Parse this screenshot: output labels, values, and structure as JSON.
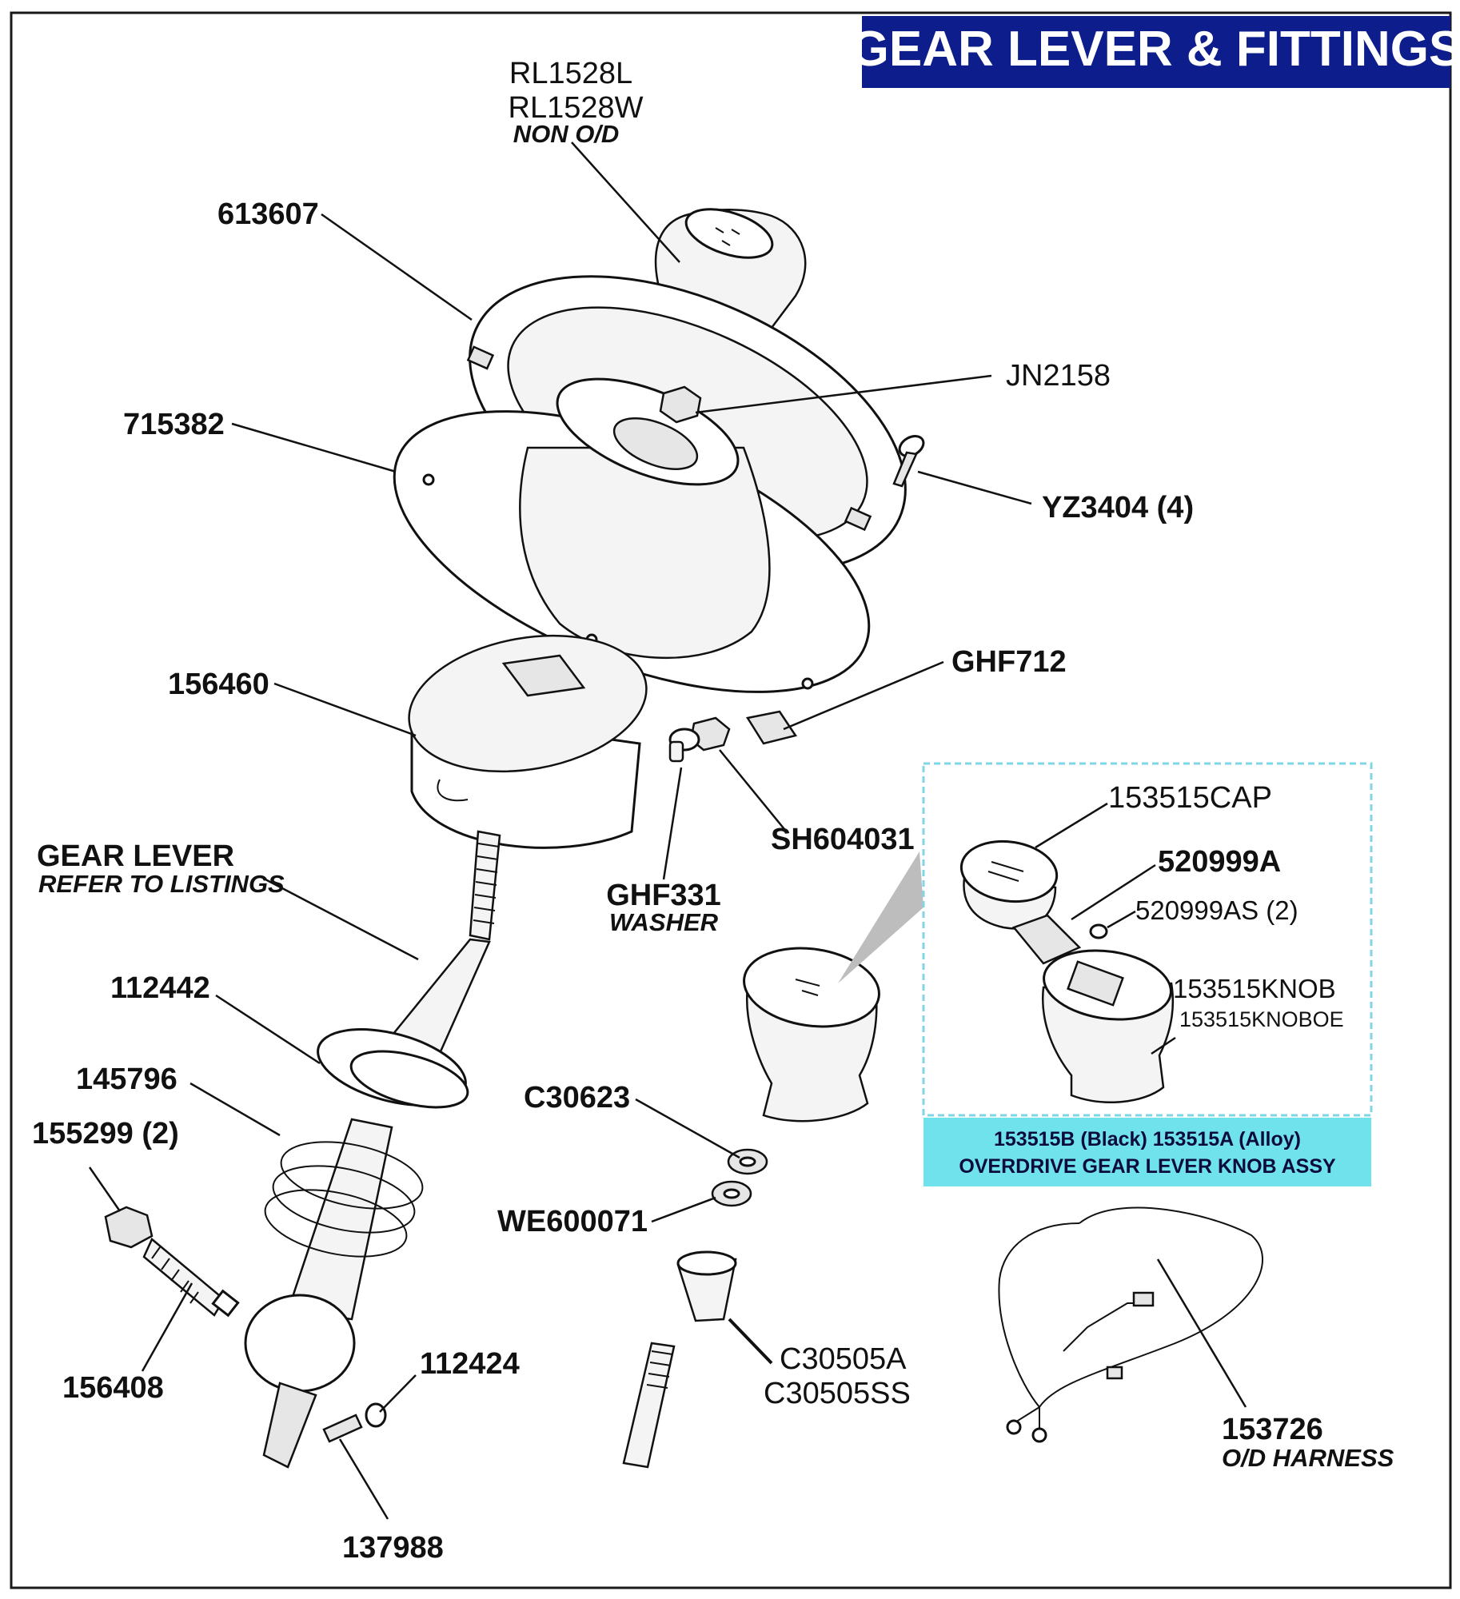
{
  "title": "GEAR LEVER & FITTINGS",
  "colors": {
    "title_bg": "#0d1e8c",
    "title_fg": "#ffffff",
    "inset_band": "#70e2ec",
    "inset_border": "#7fd6e4"
  },
  "parts": {
    "rl1528l": "RL1528L",
    "rl1528w": "RL1528W",
    "rl1528_note": "NON O/D",
    "p613607": "613607",
    "jn2158": "JN2158",
    "p715382": "715382",
    "yz3404": "YZ3404 (4)",
    "ghf712": "GHF712",
    "p156460": "156460",
    "sh604031": "SH604031",
    "ghf331": "GHF331",
    "ghf331_note": "WASHER",
    "gear_lever": "GEAR LEVER",
    "gear_lever_note": "REFER TO LISTINGS",
    "p112442": "112442",
    "p145796": "145796",
    "p155299": "155299 (2)",
    "p156408": "156408",
    "p112424": "112424",
    "p137988": "137988",
    "c30623": "C30623",
    "we600071": "WE600071",
    "c30505a": "C30505A",
    "c30505ss": "C30505SS",
    "p153726": "153726",
    "p153726_note": "O/D HARNESS",
    "cap": "153515CAP",
    "p520999a": "520999A",
    "p520999as": "520999AS (2)",
    "knob": "153515KNOB",
    "knob_oe": "153515KNOBOE"
  },
  "inset": {
    "line1": "153515B (Black) 153515A (Alloy)",
    "line2": "OVERDRIVE GEAR LEVER KNOB ASSY"
  }
}
